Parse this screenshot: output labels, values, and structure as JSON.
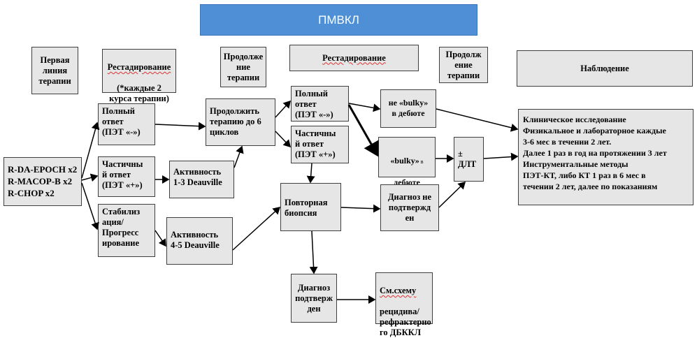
{
  "title": "ПМВКЛ",
  "headers": {
    "first_line": "Первая\nлиния\nтерапии",
    "restaging1_line1": "Рестадирование",
    "restaging1_line2": "(*каждые 2\nкурса терапии)",
    "continue1": "Продолже\nние\nтерапии",
    "restaging2": "Рестадирование",
    "continue2": "Продолж\nение\nтерапии",
    "observation": "Наблюдение"
  },
  "nodes": {
    "regimens": "R-DA-EPOCH x2\nR-MACOP-B x2\nR-CHOP x2",
    "complete1": "Полный\nответ\n(ПЭТ «-»)",
    "partial1": "Частичны\nй ответ\n(ПЭТ «+»)",
    "progression": "Стабилиз\nация/\nПрогресс\nирование",
    "activity13": "Активность\n1-3 Deauville",
    "activity45": "Активность\n4-5 Deauville",
    "continue6": "Продолжить\nтерапию до 6\nциклов",
    "complete2": "Полный\nответ\n(ПЭТ «-»)",
    "partial2": "Частичны\nй ответ\n(ПЭТ «+»)",
    "rebiopsy": "Повторная\nбиопсия",
    "not_bulky": "не «bulky»\nв дебюте",
    "bulky_word": "«bulky»",
    "bulky_suffix": "в",
    "bulky_line2": "дебюте",
    "dlt": "±\nДЛТ",
    "not_confirmed": "Диагноз не\nподтвержд\nен",
    "confirmed": "Диагноз\nподтверж\nден",
    "relapse_line1": "См.схему",
    "relapse_line2": "рецидива/\nрефрактерно\nго ДБККЛ",
    "observation_detail": "Клиническое исследование\nФизикальное и лабораторное каждые\n3-6 мес в течении 2 лет.\nДалее 1 раз в год на протяжении 3 лет\nИнструментальные методы\nПЭТ-КТ, либо КТ 1 раз в 6 мес в\nтечении 2 лет, далее по показаниям"
  },
  "colors": {
    "title_bg": "#4f8fd6",
    "box_bg": "#e6e6e6",
    "border": "#3f3f3f"
  }
}
